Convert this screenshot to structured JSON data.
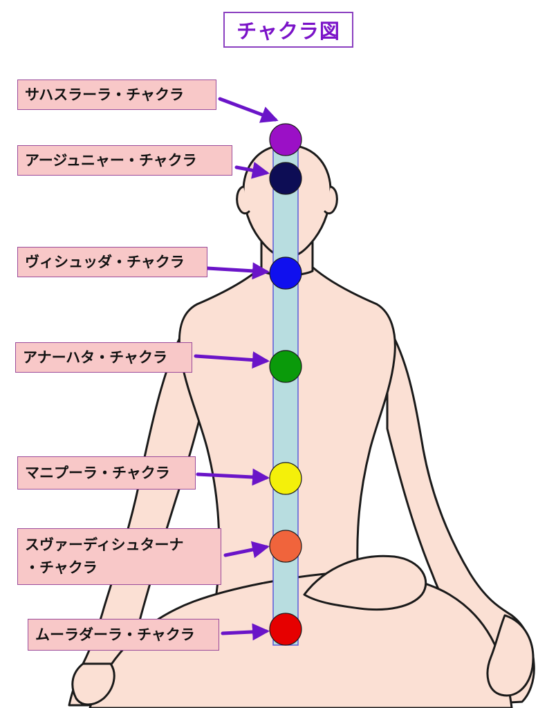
{
  "title": "チャクラ図",
  "chakras": [
    {
      "id": "sahasrara",
      "label": "サハスラーラ・チャクラ",
      "color": "#9b10c6"
    },
    {
      "id": "ajna",
      "label": "アージュニャー・チャクラ",
      "color": "#0d0d55"
    },
    {
      "id": "vishuddha",
      "label": "ヴィシュッダ・チャクラ",
      "color": "#1010ee"
    },
    {
      "id": "anahata",
      "label": "アナーハタ・チャクラ",
      "color": "#0a9a0a"
    },
    {
      "id": "manipura",
      "label": "マニプーラ・チャクラ",
      "color": "#f4f00a"
    },
    {
      "id": "svadhisthana",
      "label": "スヴァーディシュターナ・チャクラ",
      "label_line1": "スヴァーディシュターナ",
      "label_line2": "・チャクラ",
      "color": "#f0643c"
    },
    {
      "id": "muladhara",
      "label": "ムーラダーラ・チャクラ",
      "color": "#e60000"
    }
  ],
  "colors": {
    "body_fill": "#fbe0d4",
    "outline": "#1a1a1a",
    "channel": "#b8dde0",
    "channel_border": "#5a5ad8",
    "arrow": "#6a14c8",
    "label_bg": "#f8c8c8",
    "title_text": "#7a12c8"
  }
}
